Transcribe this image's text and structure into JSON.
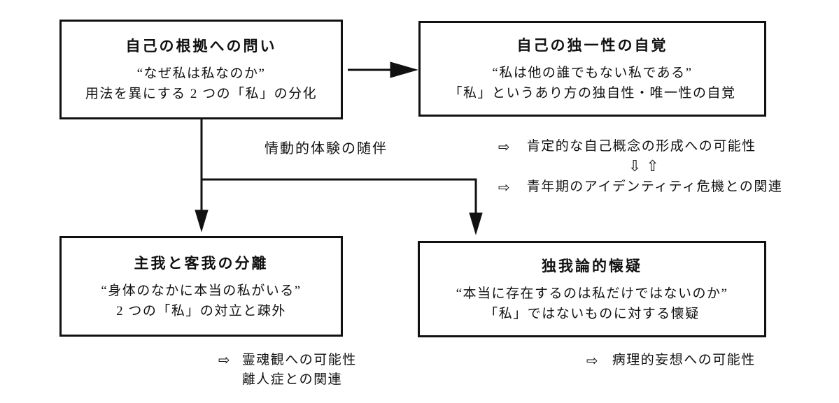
{
  "boxes": [
    {
      "title": "自己の根拠への問い",
      "quote": "“なぜ私は私なのか”",
      "desc": "用法を異にする 2 つの「私」の分化"
    },
    {
      "title": "自己の独一性の自覚",
      "quote": "“私は他の誰でもない私である”",
      "desc": "「私」というあり方の独自性・唯一性の自覚"
    },
    {
      "title": "主我と客我の分離",
      "quote": "“身体のなかに本当の私がいる”",
      "desc": "2 つの「私」の対立と疎外"
    },
    {
      "title": "独我論的懐疑",
      "quote": "“本当に存在するのは私だけではないのか”",
      "desc": "「私」ではないものに対する懐疑"
    }
  ],
  "labels": {
    "emotional": "情動的体験の随伴",
    "positive": "肯定的な自己概念の形成への可能性",
    "identity": "青年期のアイデンティティ危機との関連",
    "soul": "霊魂観への可能性",
    "depersonalization": "離人症との関連",
    "pathological": "病理的妄想への可能性"
  },
  "icons": {
    "right_arrow": "⇨",
    "down_arrow": "⇩",
    "up_arrow": "⇧"
  },
  "colors": {
    "ink": "#111111",
    "background": "#ffffff"
  }
}
